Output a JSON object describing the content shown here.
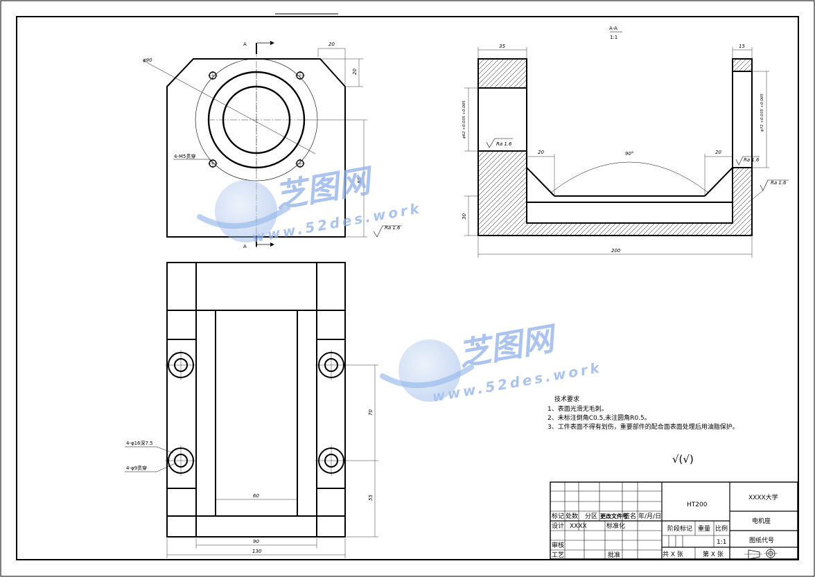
{
  "views": {
    "section_label": "A-A",
    "section_scale": "1:1",
    "cut_label": "A"
  },
  "dims": {
    "top_view": {
      "phi90": "φ90",
      "d20a": "20",
      "d20b": "20",
      "holes": "4-M5贯穿",
      "d85": "85",
      "ra": "Ra 1.6"
    },
    "section_view": {
      "d35": "35",
      "d15": "15",
      "phi_left": "φ62 +0.035 +0.005",
      "phi_right": "φ72 +0.035 +0.005",
      "ra_a": "Ra 1.6",
      "ra_b": "Ra 1.6",
      "ra_c": "Ra 1.6",
      "d20l": "20",
      "d20r": "20",
      "ang": "90°",
      "d30": "30",
      "d200": "200"
    },
    "plan_view": {
      "cbore": "4-φ16深7.5",
      "thru": "4-φ9贯穿",
      "d70": "70",
      "d55": "55",
      "d60": "60",
      "d90": "90",
      "d130": "130"
    }
  },
  "tech": {
    "title": "技术要求",
    "items": [
      "1、表面光滑无毛刺。",
      "2、未标注倒角C0.5,未注圆角R0.5。",
      "3、工件表面不得有划伤，重要部件的配合面表面处理后用油脂保护。"
    ],
    "roughness": "√(√)"
  },
  "title_block": {
    "row_labels": [
      "标记",
      "处数",
      "分区",
      "更改文件号",
      "签名",
      "年/月/日"
    ],
    "design": "设计",
    "designer": "XXXX",
    "std": "标准化",
    "check": "审核",
    "craft": "工艺",
    "approve": "批准",
    "material": "HT200",
    "stage": "阶段标记",
    "weight": "重量",
    "scale_label": "比例",
    "scale": "1:1",
    "total": "共 X 张",
    "sheet_no": "第 X 张",
    "school": "XXXX大学",
    "part": "电机座",
    "drawing_no": "图纸代号"
  },
  "watermark": {
    "brand": "芝图网",
    "url": "www.52des.work"
  }
}
